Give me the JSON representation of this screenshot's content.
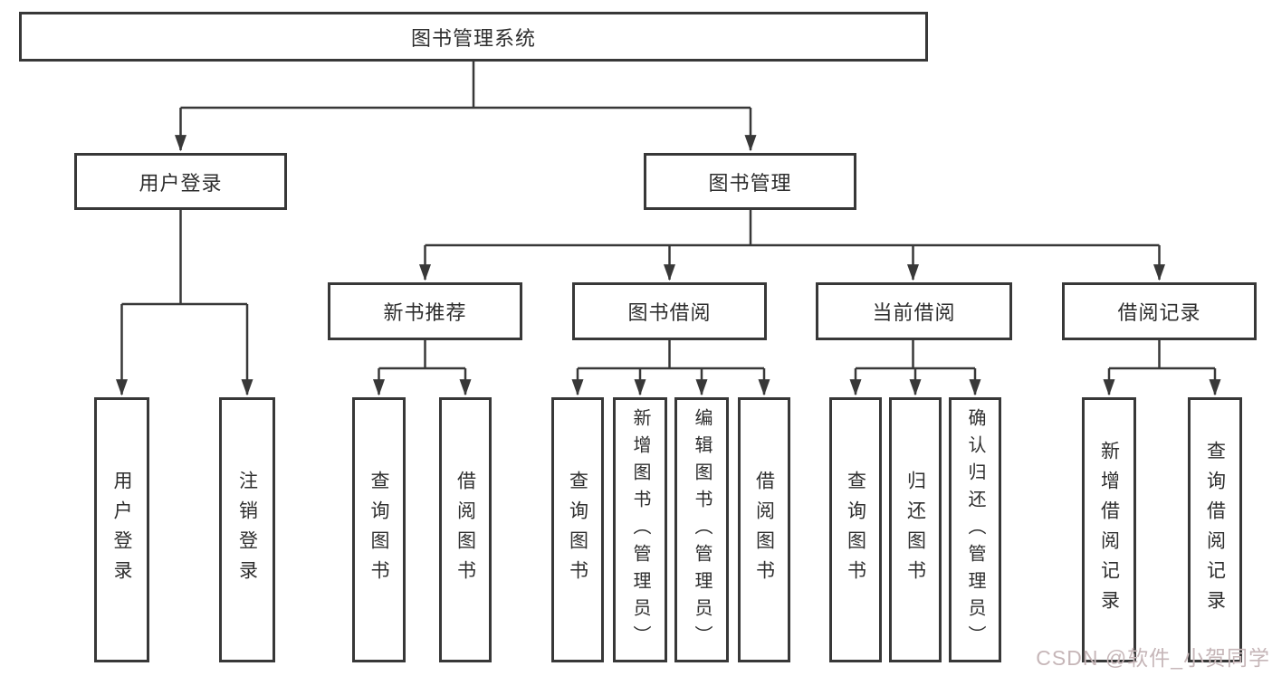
{
  "tree": {
    "label": "图书管理系统",
    "children": [
      {
        "label": "用户登录",
        "children": [
          {
            "label": "用户登录"
          },
          {
            "label": "注销登录"
          }
        ]
      },
      {
        "label": "图书管理",
        "children": [
          {
            "label": "新书推荐",
            "children": [
              {
                "label": "查询图书"
              },
              {
                "label": "借阅图书"
              }
            ]
          },
          {
            "label": "图书借阅",
            "children": [
              {
                "label": "查询图书"
              },
              {
                "label": "新增图书（管理员）"
              },
              {
                "label": "编辑图书（管理员）"
              },
              {
                "label": "借阅图书"
              }
            ]
          },
          {
            "label": "当前借阅",
            "children": [
              {
                "label": "查询图书"
              },
              {
                "label": "归还图书"
              },
              {
                "label": "确认归还（管理员）"
              }
            ]
          },
          {
            "label": "借阅记录",
            "children": [
              {
                "label": "新增借阅记录"
              },
              {
                "label": "查询借阅记录"
              }
            ]
          }
        ]
      }
    ]
  },
  "watermark": {
    "text": "CSDN @软件_小贺同学"
  },
  "colors": {
    "line": "#383838",
    "text": "#2e2e2e",
    "background": "#ffffff",
    "watermark": "#c6b6b8"
  }
}
